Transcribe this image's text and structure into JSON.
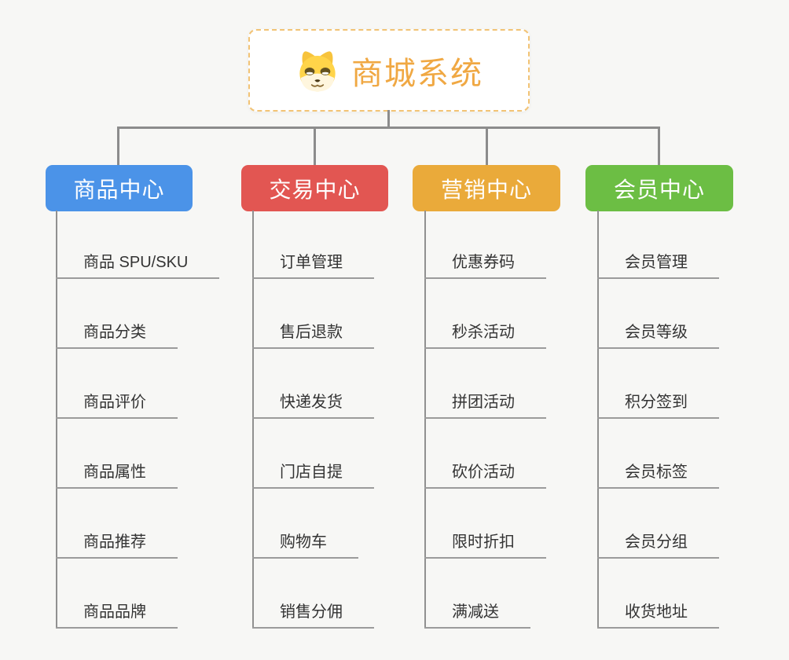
{
  "root": {
    "label": "商城系统",
    "icon": "dog-face",
    "text_color": "#F0A843",
    "border_color": "#F2C375"
  },
  "background_color": "#F7F7F5",
  "connector_color": "#8C8C8C",
  "branches": [
    {
      "label": "商品中心",
      "color": "#4B93E8",
      "items": [
        "商品 SPU/SKU",
        "商品分类",
        "商品评价",
        "商品属性",
        "商品推荐",
        "商品品牌"
      ]
    },
    {
      "label": "交易中心",
      "color": "#E25652",
      "items": [
        "订单管理",
        "售后退款",
        "快递发货",
        "门店自提",
        "购物车",
        "销售分佣"
      ]
    },
    {
      "label": "营销中心",
      "color": "#EAAA3A",
      "items": [
        "优惠券码",
        "秒杀活动",
        "拼团活动",
        "砍价活动",
        "限时折扣",
        "满减送"
      ]
    },
    {
      "label": "会员中心",
      "color": "#6CBE44",
      "items": [
        "会员管理",
        "会员等级",
        "积分签到",
        "会员标签",
        "会员分组",
        "收货地址"
      ]
    }
  ]
}
